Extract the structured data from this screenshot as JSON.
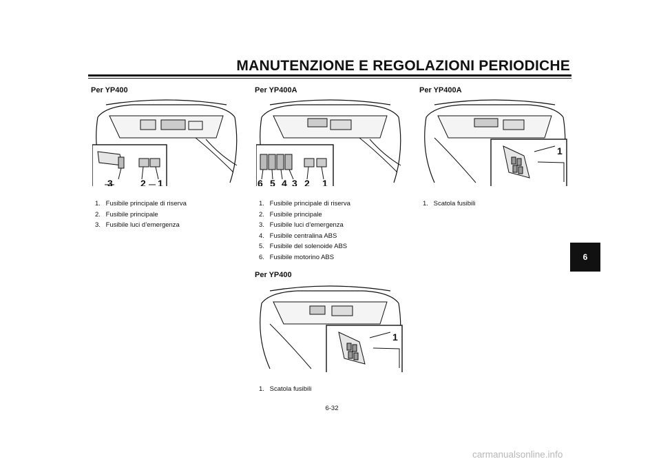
{
  "header": {
    "title": "MANUTENZIONE E REGOLAZIONI PERIODICHE"
  },
  "sections": [
    {
      "heading": "Per YP400",
      "callouts": [
        "3",
        "2",
        "1"
      ],
      "captions": [
        {
          "num": "1.",
          "text": "Fusibile principale di riserva"
        },
        {
          "num": "2.",
          "text": "Fusibile principale"
        },
        {
          "num": "3.",
          "text": "Fusibile luci d’emergenza"
        }
      ]
    },
    {
      "heading": "Per YP400A",
      "callouts": [
        "6",
        "5",
        "4",
        "3",
        "2",
        "1"
      ],
      "captions": [
        {
          "num": "1.",
          "text": "Fusibile principale di riserva"
        },
        {
          "num": "2.",
          "text": "Fusibile principale"
        },
        {
          "num": "3.",
          "text": "Fusibile luci d’emergenza"
        },
        {
          "num": "4.",
          "text": "Fusibile centralina ABS"
        },
        {
          "num": "5.",
          "text": "Fusibile del solenoide ABS"
        },
        {
          "num": "6.",
          "text": "Fusibile motorino ABS"
        }
      ]
    },
    {
      "heading": "Per YP400A",
      "callouts": [
        "1"
      ],
      "captions": [
        {
          "num": "1.",
          "text": "Scatola fusibili"
        }
      ]
    },
    {
      "heading": "Per YP400",
      "callouts": [
        "1"
      ],
      "captions": [
        {
          "num": "1.",
          "text": "Scatola fusibili"
        }
      ]
    }
  ],
  "chapter_tab": "6",
  "page_number": "6-32",
  "watermark": "carmanualsonline.info"
}
